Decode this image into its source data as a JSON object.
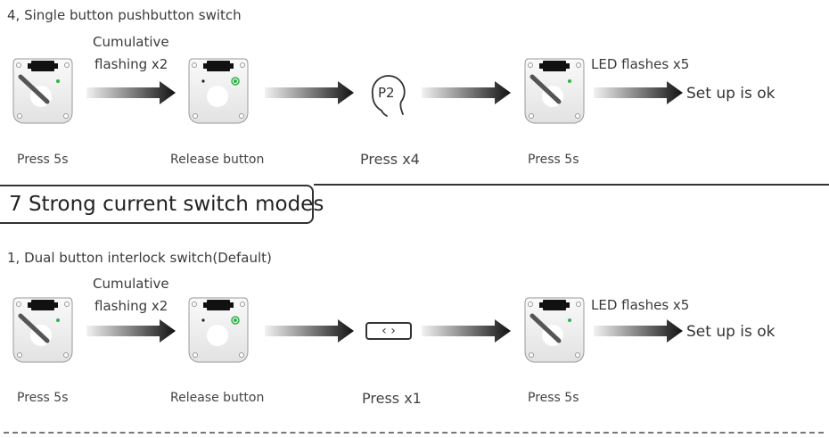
{
  "section4": {
    "heading": "4, Single button pushbutton switch",
    "step1_label": "Press 5s",
    "note_line1": "Cumulative",
    "note_line2": "flashing x2",
    "step2_label": "Release button",
    "p2_icon_text": "P2",
    "step3_label": "Press x4",
    "led_note": "LED flashes x5",
    "step4_label": "Press 5s",
    "result": "Set up is ok"
  },
  "section7": {
    "title": "7  Strong current switch modes"
  },
  "section1": {
    "heading": "1, Dual button interlock switch(Default)",
    "step1_label": "Press 5s",
    "note_line1": "Cumulative",
    "note_line2": "flashing x2",
    "step2_label": "Release button",
    "button_icon_text": "‹ ›",
    "step3_label": "Press x1",
    "led_note": "LED flashes x5",
    "step4_label": "Press 5s",
    "result": "Set up is ok"
  },
  "icons": {
    "device": "switch-module-icon",
    "arrow": "right-arrow-icon",
    "tap": "finger-tap-icon",
    "button": "interlock-button-icon"
  },
  "colors": {
    "led_green": "#2db34a",
    "arrow_dark": "#111111",
    "arrow_light": "#eeeeee"
  }
}
